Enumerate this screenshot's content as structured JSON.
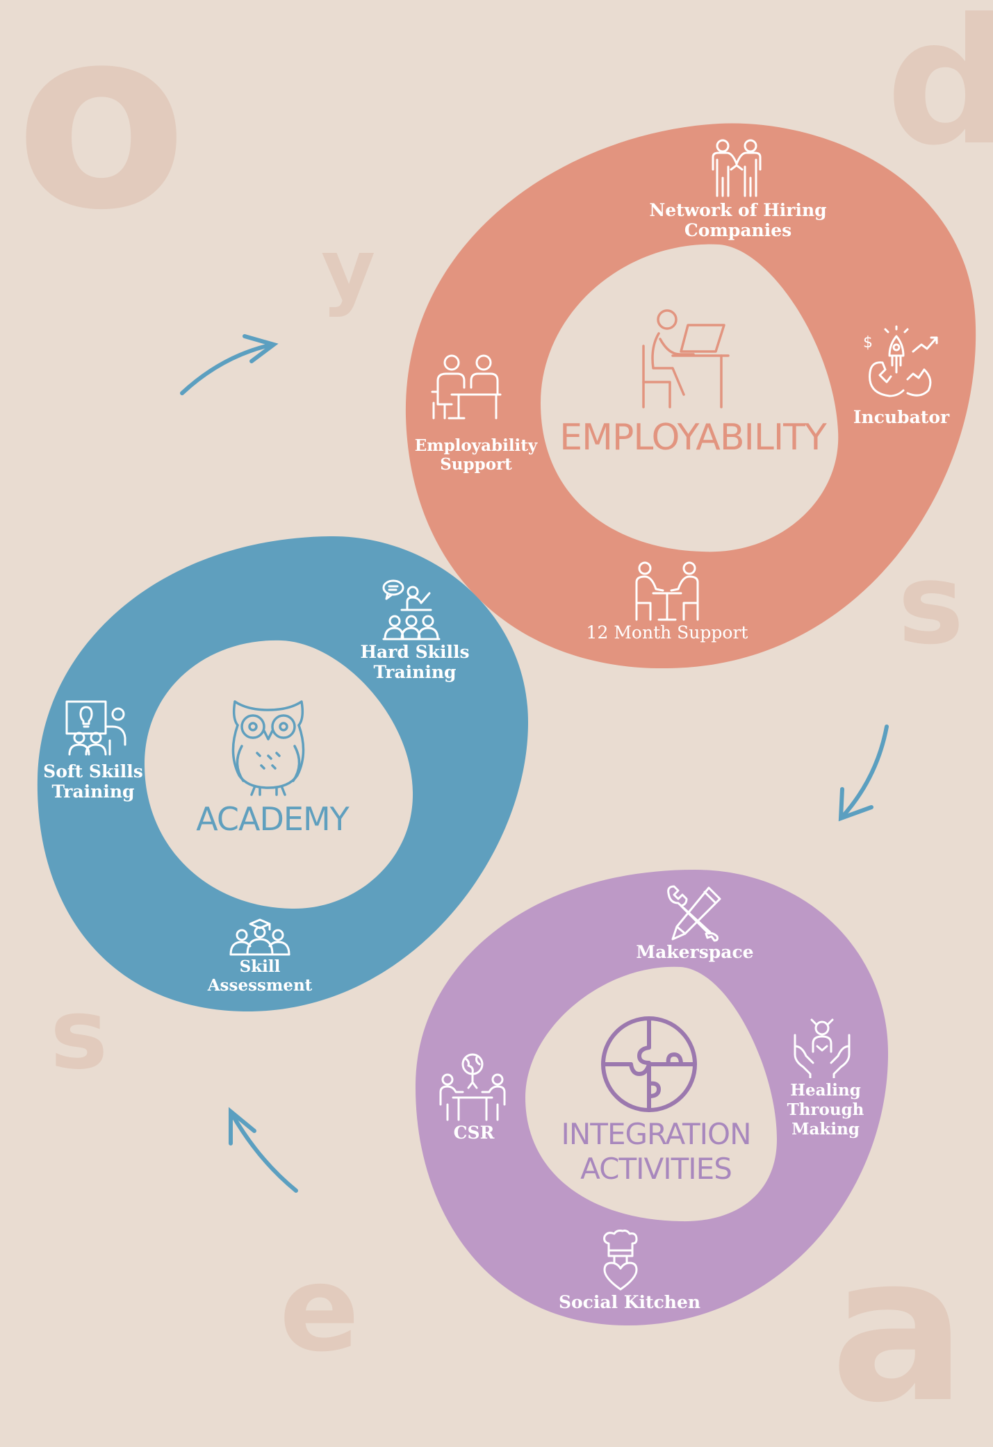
{
  "colors": {
    "background": "#e9dcd1",
    "background_letters": "#e2cbbd",
    "employability": "#e2947f",
    "academy": "#5f9fbe",
    "integration": "#bd99c6",
    "arrow": "#5b9fc0",
    "center_fill": "#e9dcd1"
  },
  "background_letters": [
    "o",
    "d",
    "y",
    "s",
    "s",
    "e",
    "a"
  ],
  "employability": {
    "title": "EMPLOYABILITY",
    "center_icon": "person-at-desk-icon",
    "items": [
      {
        "label": "Network of Hiring\nCompanies",
        "icon": "handshake-people-icon"
      },
      {
        "label": "Incubator",
        "icon": "rocket-egg-icon"
      },
      {
        "label": "12 Month Support",
        "icon": "meeting-table-icon"
      },
      {
        "label": "Employability\nSupport",
        "icon": "interview-desk-icon"
      }
    ]
  },
  "academy": {
    "title": "ACADEMY",
    "center_icon": "owl-icon",
    "items": [
      {
        "label": "Hard Skills\nTraining",
        "icon": "classroom-icon"
      },
      {
        "label": "Soft Skills\nTraining",
        "icon": "presentation-icon"
      },
      {
        "label": "Skill\nAssessment",
        "icon": "graduates-icon"
      }
    ]
  },
  "integration": {
    "title": "INTEGRATION\nACTIVITIES",
    "center_icon": "puzzle-icon",
    "items": [
      {
        "label": "Makerspace",
        "icon": "tools-icon"
      },
      {
        "label": "Healing\nThrough\nMaking",
        "icon": "hands-person-icon"
      },
      {
        "label": "CSR",
        "icon": "globe-people-icon"
      },
      {
        "label": "Social Kitchen",
        "icon": "chef-heart-icon"
      }
    ]
  }
}
